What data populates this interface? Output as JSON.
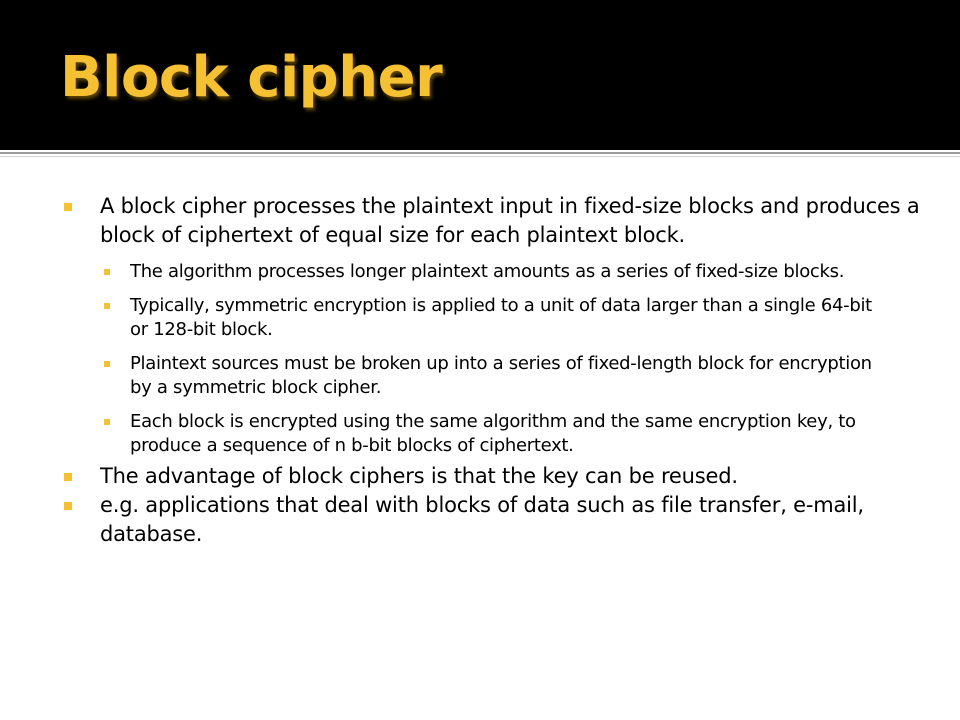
{
  "slide": {
    "title": "Block cipher",
    "accent_color": "#f6c033",
    "background_color": "#ffffff",
    "title_bar_color": "#000000",
    "bullets": [
      {
        "text": "A block cipher processes the plaintext input in fixed-size blocks and produces a block of ciphertext of equal size for each plaintext block.",
        "sub_bullets": [
          "The algorithm processes longer plaintext amounts as a series of fixed-size blocks.",
          "Typically, symmetric encryption is applied to a unit of data larger than a single 64-bit or 128-bit block.",
          "Plaintext sources must be broken up into a series of fixed-length block for encryption by a symmetric block cipher.",
          "Each block is encrypted using the same algorithm and the same encryption key, to produce a sequence of n b-bit blocks of ciphertext."
        ]
      },
      {
        "text": "The advantage of block ciphers is that the key can be reused."
      },
      {
        "text": "e.g. applications that deal with blocks of data such as file transfer, e-mail, database."
      }
    ]
  }
}
